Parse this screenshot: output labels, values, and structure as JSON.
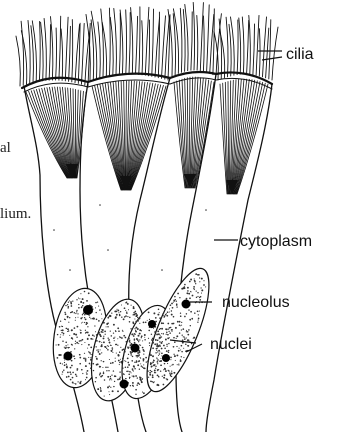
{
  "labels": {
    "cilia": "cilia",
    "cytoplasm": "cytoplasm",
    "nucleolus": "nucleolus",
    "nuclei": "nuclei"
  },
  "text_fragments": {
    "frag_al": "al",
    "frag_lium": "lium."
  },
  "colors": {
    "ink": "#111111",
    "stipple": "#333333",
    "background": "#ffffff"
  }
}
